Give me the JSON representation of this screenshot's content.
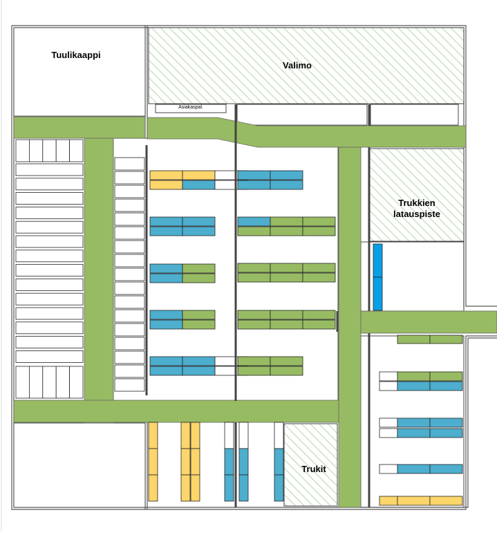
{
  "colors": {
    "walkway": "#97bb62",
    "blue": "#4daece",
    "yellow": "#fcd56b",
    "green": "#97bb62",
    "bright_blue": "#0aa0e6",
    "hatch": "#c9e4c2",
    "wall": "#555555"
  },
  "rooms": {
    "tuulikaappi": "Tuulikaappi",
    "valimo": "Valimo",
    "trukkien_latauspiste_line1": "Trukkien",
    "trukkien_latauspiste_line2": "latauspiste",
    "trukit": "Trukit",
    "asiakaspalvelu": "Asiakaspal."
  }
}
